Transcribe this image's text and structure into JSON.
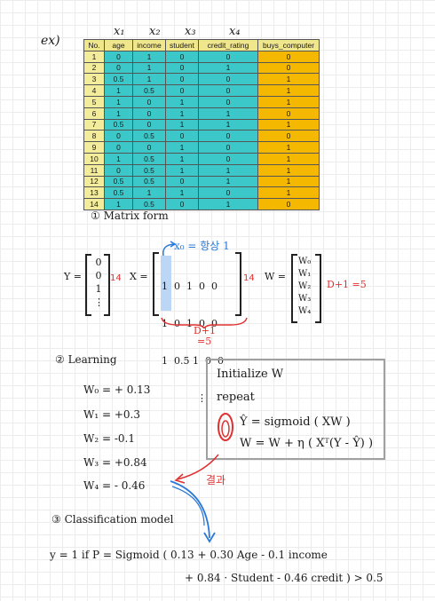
{
  "ex_label": "ex)",
  "var_labels": [
    "x₁",
    "x₂",
    "x₃",
    "x₄"
  ],
  "table": {
    "headers": [
      "No.",
      "age",
      "income",
      "student",
      "credit_rating",
      "buys_computer"
    ],
    "rows": [
      [
        "1",
        "0",
        "1",
        "0",
        "0",
        "0"
      ],
      [
        "2",
        "0",
        "1",
        "0",
        "1",
        "0"
      ],
      [
        "3",
        "0.5",
        "1",
        "0",
        "0",
        "1"
      ],
      [
        "4",
        "1",
        "0.5",
        "0",
        "0",
        "1"
      ],
      [
        "5",
        "1",
        "0",
        "1",
        "0",
        "1"
      ],
      [
        "6",
        "1",
        "0",
        "1",
        "1",
        "0"
      ],
      [
        "7",
        "0.5",
        "0",
        "1",
        "1",
        "1"
      ],
      [
        "8",
        "0",
        "0.5",
        "0",
        "0",
        "0"
      ],
      [
        "9",
        "0",
        "0",
        "1",
        "0",
        "1"
      ],
      [
        "10",
        "1",
        "0.5",
        "1",
        "0",
        "1"
      ],
      [
        "11",
        "0",
        "0.5",
        "1",
        "1",
        "1"
      ],
      [
        "12",
        "0.5",
        "0.5",
        "0",
        "1",
        "1"
      ],
      [
        "13",
        "0.5",
        "1",
        "1",
        "0",
        "1"
      ],
      [
        "14",
        "1",
        "0.5",
        "0",
        "1",
        "0"
      ]
    ]
  },
  "section1": {
    "title": "① Matrix form"
  },
  "matrix": {
    "y_label": "Y =",
    "y_entries": [
      "0",
      "0",
      "1",
      "⋮"
    ],
    "y_dim": "14",
    "x_label": "X =",
    "x_rows": [
      "1  0  1  0  0",
      "1  0  1  0  0",
      "1  0.5 1  0  0",
      "⋮"
    ],
    "x_dim": "14",
    "x0_note": "x₀ = 항상 1",
    "col_note": "D+1",
    "col_note2": "=5",
    "w_label": "W =",
    "w_entries": [
      "W₀",
      "W₁",
      "W₂",
      "W₃",
      "W₄"
    ],
    "w_dim": "D+1 =5"
  },
  "section2": {
    "title": "② Learning"
  },
  "weights": [
    "W₀ = + 0.13",
    "W₁ = +0.3",
    "W₂ = -0.1",
    "W₃ = +0.84",
    "W₄ = - 0.46"
  ],
  "box": {
    "l1": "Initialize  W",
    "l2": "repeat",
    "l3": "Ŷ = sigmoid ( XW )",
    "l4": "W = W + η ( Xᵀ(Y - Ŷ) )"
  },
  "result_label": "결과",
  "section3": {
    "title": "③ Classification model"
  },
  "formula": {
    "l1": "y = 1   if  P = Sigmoid ( 0.13 + 0.30 Age  - 0.1 income",
    "l2": "+ 0.84 · Student  - 0.46 credit ) > 0.5"
  },
  "colors": {
    "cyan": "#3cc8c8",
    "orange": "#f5b800",
    "yellow": "#f3ec9a",
    "red": "#e03030",
    "blue": "#2a78d8"
  }
}
